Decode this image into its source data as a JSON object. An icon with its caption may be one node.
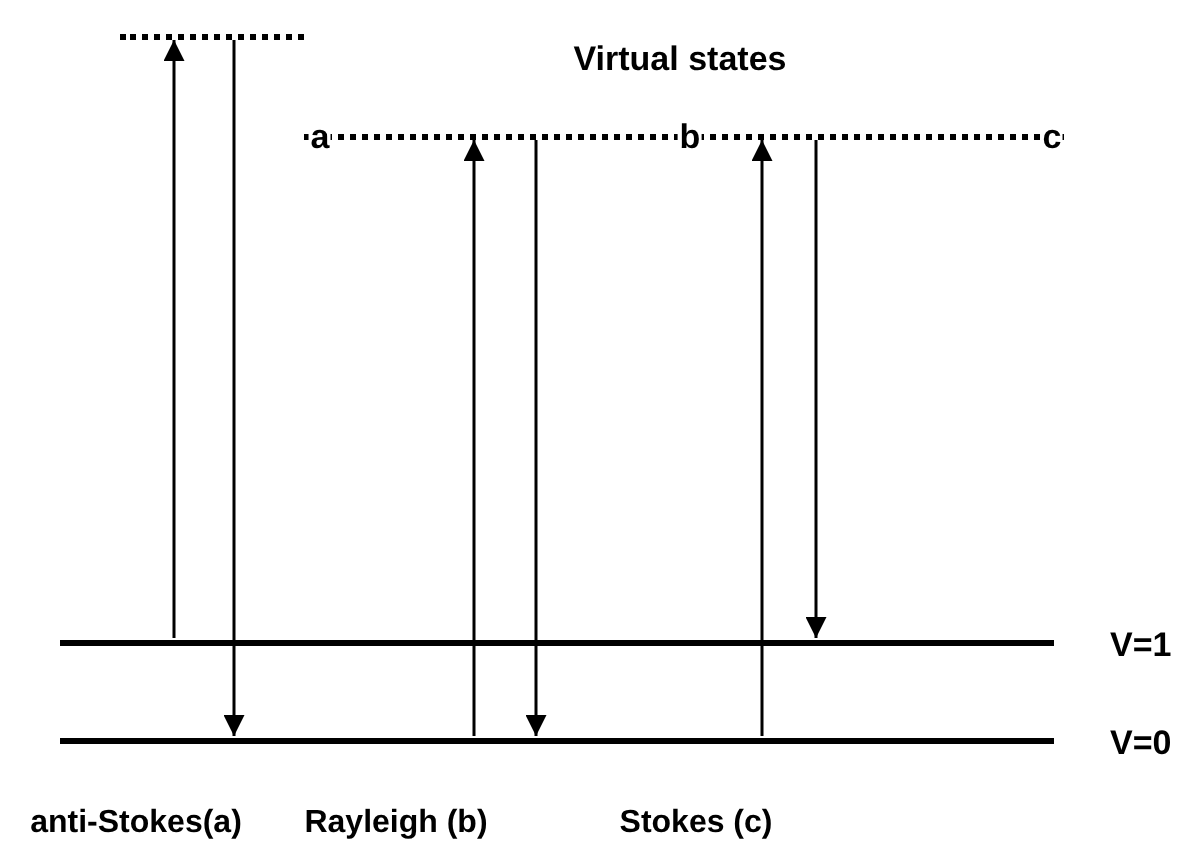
{
  "diagram": {
    "nodes": [
      {
        "text": [],
        "shape": "bar"
      },
      {
        "text": [],
        "shape": "bar",
        "beside": [
          "Virtual states"
        ]
      },
      {
        "text": [],
        "shape": "bar",
        "beside": [
          "V=1"
        ]
      },
      {
        "text": [],
        "shape": "bar",
        "beside": [
          "V=0"
        ]
      }
    ],
    "edges": [
      {
        "from": 2,
        "to": 0,
        "arrow": "to"
      },
      {
        "from": 0,
        "to": 3,
        "arrow": "to"
      },
      {
        "from": 3,
        "to": 1,
        "arrow": "to"
      },
      {
        "from": 1,
        "to": 3,
        "arrow": "to"
      },
      {
        "from": 3,
        "to": 1,
        "arrow": "to"
      },
      {
        "from": 1,
        "to": 2,
        "arrow": "to"
      }
    ],
    "labels": [
      "a",
      "b",
      "c",
      "anti-Stokes(a)",
      "Rayleigh (b)",
      "Stokes (c)"
    ]
  }
}
